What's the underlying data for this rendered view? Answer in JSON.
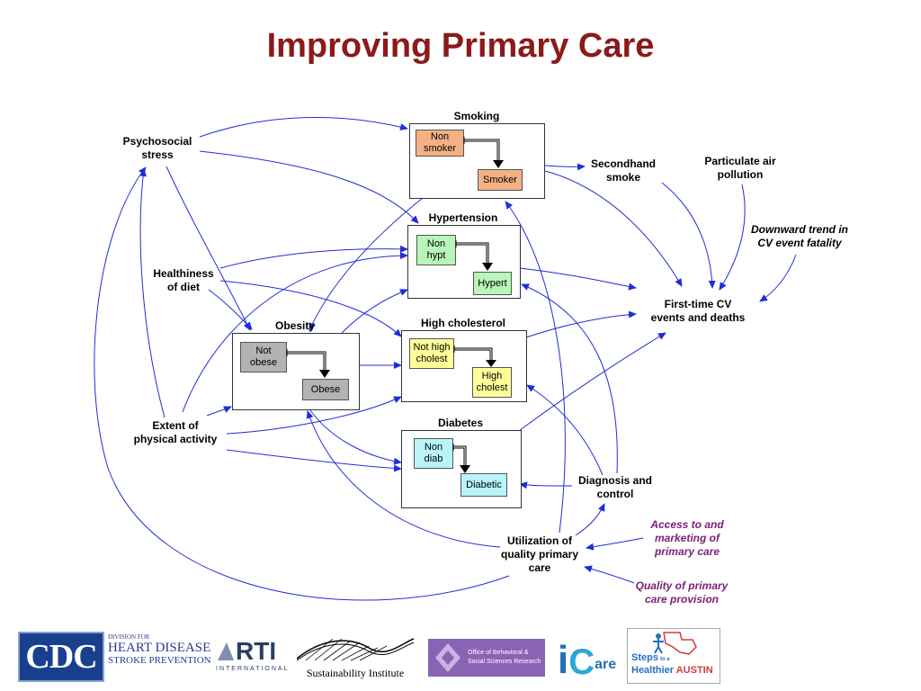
{
  "title": "Improving Primary Care",
  "stocks": {
    "smoking": {
      "title": "Smoking",
      "from": "Non\nsmoker",
      "to": "Smoker",
      "color": "#f4b183"
    },
    "hypertension": {
      "title": "Hypertension",
      "from": "Non\nhypt",
      "to": "Hypert",
      "color": "#b8f5b8"
    },
    "obesity": {
      "title": "Obesity",
      "from": "Not\nobese",
      "to": "Obese",
      "color": "#b3b3b3"
    },
    "cholesterol": {
      "title": "High cholesterol",
      "from": "Not high\ncholest",
      "to": "High\ncholest",
      "color": "#ffff99"
    },
    "diabetes": {
      "title": "Diabetes",
      "from": "Non\ndiab",
      "to": "Diabetic",
      "color": "#b8f4f8"
    }
  },
  "labels": {
    "psychosocial": "Psychosocial\nstress",
    "diet": "Healthiness\nof diet",
    "activity": "Extent of\nphysical activity",
    "secondhand": "Secondhand\nsmoke",
    "particulate": "Particulate air\npollution",
    "downward": "Downward trend in\nCV event fatality",
    "firsttime": "First-time CV\nevents and deaths",
    "diagnosis": "Diagnosis and\ncontrol",
    "utilization": "Utilization of\nquality primary\ncare",
    "access": "Access to and\nmarketing of\nprimary care",
    "quality": "Quality of primary\ncare provision"
  },
  "colors": {
    "title": "#8b1a1a",
    "arrows": "#1f2ed8",
    "exogenous": "#7a1f78"
  },
  "footer": {
    "cdc": "CDC",
    "hdsp_top": "DIVISION FOR",
    "hdsp_line1": "HEART DISEASE",
    "hdsp_line2": "STROKE PREVENTION",
    "rti": "RTI",
    "rti_sub": "INTERNATIONAL",
    "sustain": "Sustainability Institute",
    "obssr": "Office of Behavioral &\nSocial Sciences Research",
    "icare_i": "i",
    "icare_c": "C",
    "icare_rest": "are",
    "steps": "Steps",
    "steps_to": "to a",
    "austin_1": "Healthier",
    "austin_2": "AUSTIN"
  }
}
